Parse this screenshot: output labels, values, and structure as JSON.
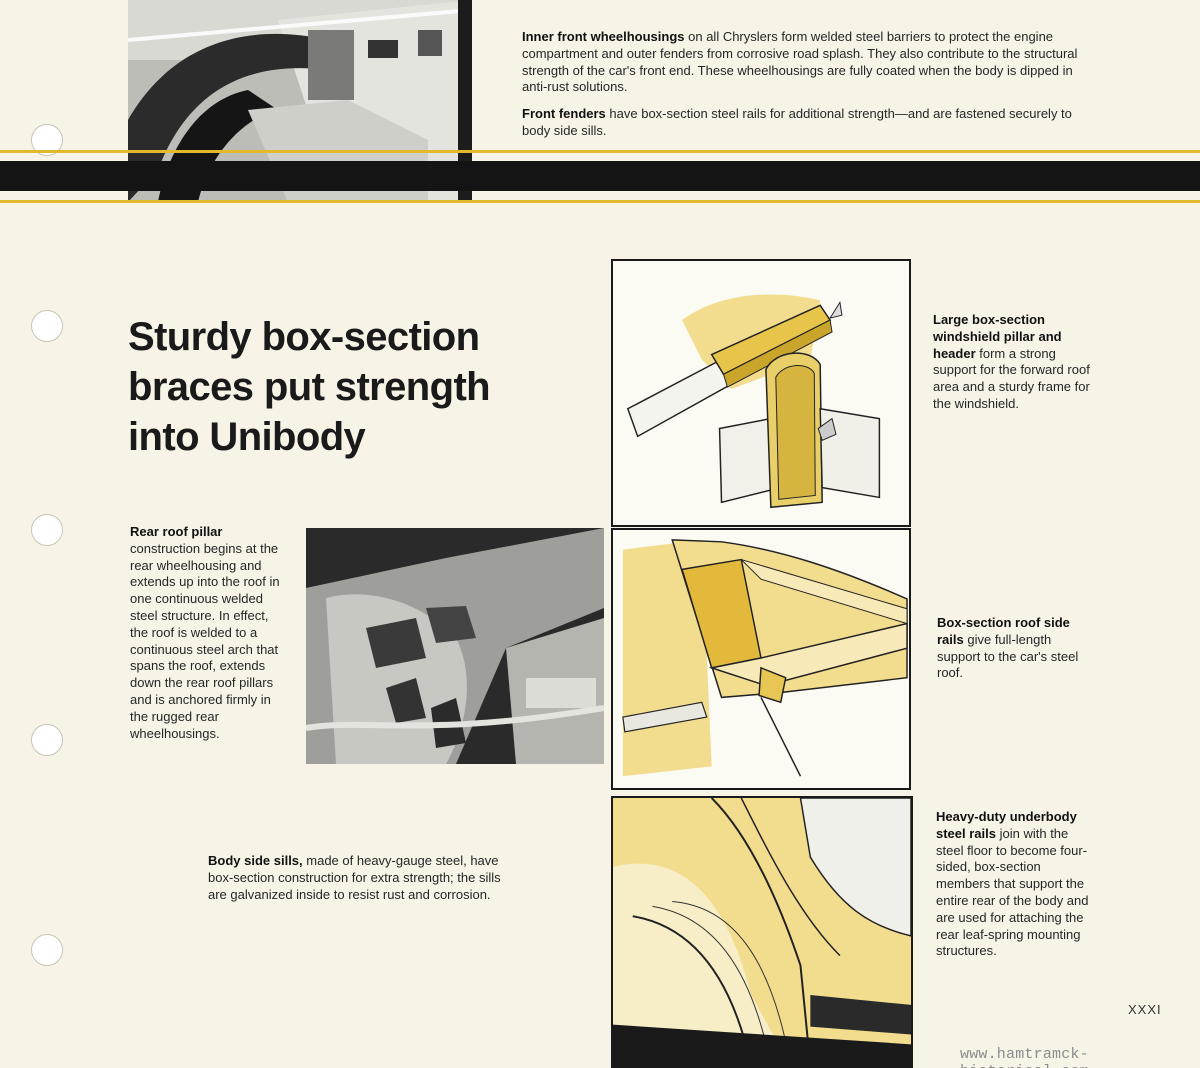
{
  "top": {
    "para1_lead": "Inner front wheelhousings",
    "para1_body": " on all Chryslers form welded steel barriers to protect the engine compartment and outer fenders from corrosive road splash. They also contribute to the structural strength of the car's front end. These wheelhousings are fully coated when the body is dipped in anti-rust solutions.",
    "para2_lead": "Front fenders",
    "para2_body": " have box-section steel rails for additional strength—and are fastened securely to body side sills."
  },
  "headline": "Sturdy box-section braces put strength into Unibody",
  "rear_pillar": {
    "lead": "Rear roof pillar",
    "body": " construction begins at the rear wheelhousing and extends up into the roof in one continuous welded steel structure. In effect, the roof is welded to a continuous steel arch that spans the roof, extends down the rear roof pillars and is anchored firmly in the rugged rear wheelhousings."
  },
  "side_sills": {
    "lead": "Body side sills,",
    "body": " made of heavy-gauge steel, have box-section construction for extra strength; the sills are galvanized inside to resist rust and corrosion."
  },
  "windshield": {
    "lead": "Large box-section windshield pillar and header",
    "body": " form a strong support for the forward roof area and a sturdy frame for the windshield."
  },
  "roof_rails": {
    "lead": "Box-section roof side rails",
    "body": " give full-length support to the car's steel roof."
  },
  "underbody": {
    "lead": "Heavy-duty underbody steel rails",
    "body": " join with the steel floor to become four-sided, box-section members that support the entire rear of the body and are used for attaching the rear leaf-spring mounting structures."
  },
  "page_number": "XXXI",
  "watermark": "www.hamtramck-historical.com",
  "colors": {
    "paper": "#f7f3e6",
    "accent_yellow": "#e3b92c",
    "illustration_yellow": "#f2dc8e",
    "stripe_black": "#141414"
  }
}
